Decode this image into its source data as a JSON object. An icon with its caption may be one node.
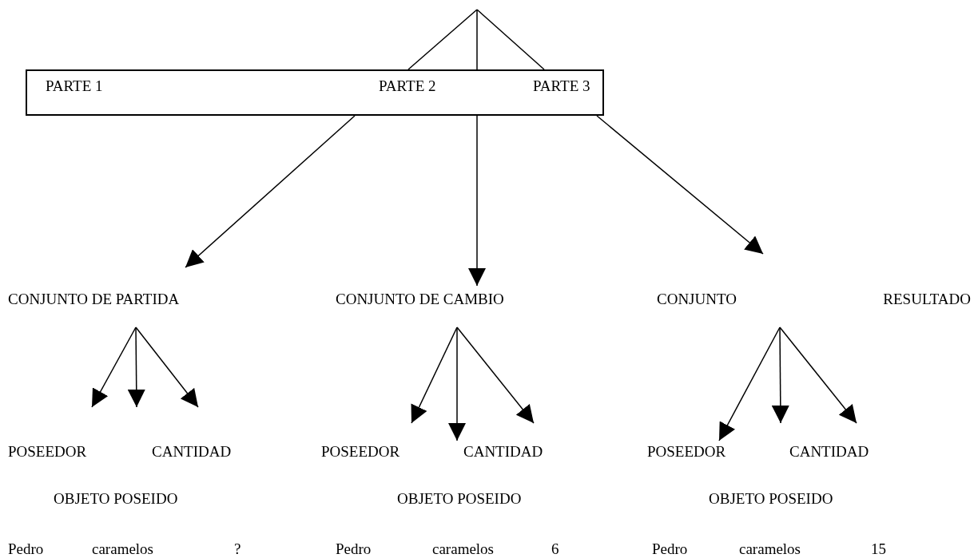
{
  "diagram": {
    "nodes": [
      {
        "text": [
          "PARTE 1",
          "PARTE 2",
          "PARTE 3"
        ]
      },
      {
        "text": [
          "CONJUNTO DE PARTIDA"
        ]
      },
      {
        "text": [
          "CONJUNTO DE CAMBIO"
        ]
      },
      {
        "text": [
          "CONJUNTO RESULTADO"
        ]
      },
      {
        "text": [
          "POSEEDOR"
        ]
      },
      {
        "text": [
          "CANTIDAD"
        ]
      },
      {
        "text": [
          "OBJETO POSEIDO"
        ]
      },
      {
        "text": [
          "POSEEDOR"
        ]
      },
      {
        "text": [
          "CANTIDAD"
        ]
      },
      {
        "text": [
          "OBJETO POSEIDO"
        ]
      },
      {
        "text": [
          "POSEEDOR"
        ]
      },
      {
        "text": [
          "CANTIDAD"
        ]
      },
      {
        "text": [
          "OBJETO POSEIDO"
        ]
      }
    ],
    "edges": [
      {
        "from": null,
        "to": 0,
        "arrow": "none"
      },
      {
        "from": null,
        "to": 0,
        "arrow": "none"
      },
      {
        "from": null,
        "to": 0,
        "arrow": "none"
      },
      {
        "from": 0,
        "to": 1,
        "arrow": "to"
      },
      {
        "from": 0,
        "to": 2,
        "arrow": "to"
      },
      {
        "from": 0,
        "to": 3,
        "arrow": "to"
      },
      {
        "from": 1,
        "to": 4,
        "arrow": "to"
      },
      {
        "from": 1,
        "to": null,
        "arrow": "to"
      },
      {
        "from": 1,
        "to": 5,
        "arrow": "to"
      },
      {
        "from": 2,
        "to": 7,
        "arrow": "to"
      },
      {
        "from": 2,
        "to": 8,
        "arrow": "to"
      },
      {
        "from": 2,
        "to": 8,
        "arrow": "to"
      },
      {
        "from": 3,
        "to": 10,
        "arrow": "to"
      },
      {
        "from": 3,
        "to": 11,
        "arrow": "to"
      },
      {
        "from": 3,
        "to": 11,
        "arrow": "to"
      }
    ],
    "labels": [
      "Pedro",
      "caramelos",
      "?",
      "Pedro",
      "caramelos",
      "6",
      "Pedro",
      "caramelos",
      "15"
    ]
  }
}
